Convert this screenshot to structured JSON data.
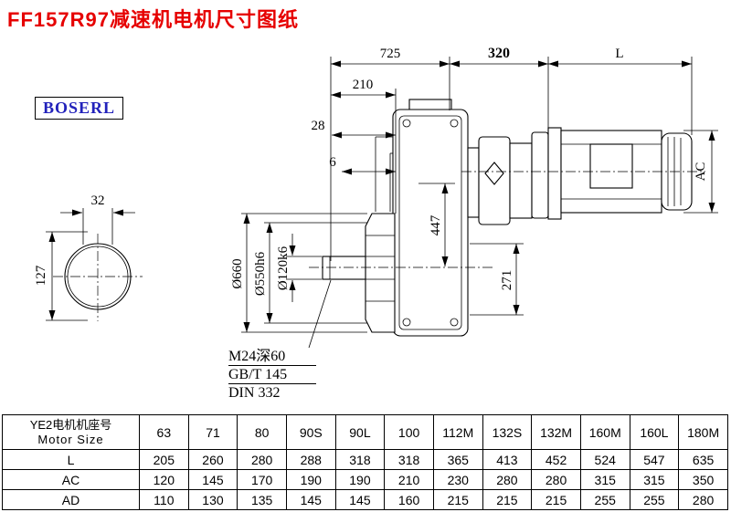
{
  "page": {
    "title": "FF157R97减速机电机尺寸图纸",
    "logo": "BOSERL"
  },
  "drawing": {
    "dims": {
      "total_length": "725",
      "adapter_length": "320",
      "motor_length": "L",
      "d210": "210",
      "d28": "28",
      "d6": "6",
      "motor_diameter": "AC",
      "d447": "447",
      "d271": "271",
      "flange_diameter": "Ø660",
      "spigot_diameter": "Ø550h6",
      "shaft_diameter": "Ø120k6",
      "shaft_end_width": "32",
      "shaft_end_height": "127"
    },
    "notes": [
      "M24深60",
      "GB/T 145",
      "DIN 332"
    ]
  },
  "table": {
    "header": {
      "line1": "YE2电机机座号",
      "line2": "Motor Size"
    },
    "sizes": [
      "63",
      "71",
      "80",
      "90S",
      "90L",
      "100",
      "112M",
      "132S",
      "132M",
      "160M",
      "160L",
      "180M"
    ],
    "rows": [
      {
        "label": "L",
        "values": [
          "205",
          "260",
          "280",
          "288",
          "318",
          "318",
          "365",
          "413",
          "452",
          "524",
          "547",
          "635"
        ]
      },
      {
        "label": "AC",
        "values": [
          "120",
          "145",
          "170",
          "190",
          "190",
          "210",
          "230",
          "280",
          "280",
          "315",
          "315",
          "350"
        ]
      },
      {
        "label": "AD",
        "values": [
          "110",
          "130",
          "135",
          "145",
          "145",
          "160",
          "215",
          "215",
          "215",
          "255",
          "255",
          "280"
        ]
      }
    ]
  }
}
